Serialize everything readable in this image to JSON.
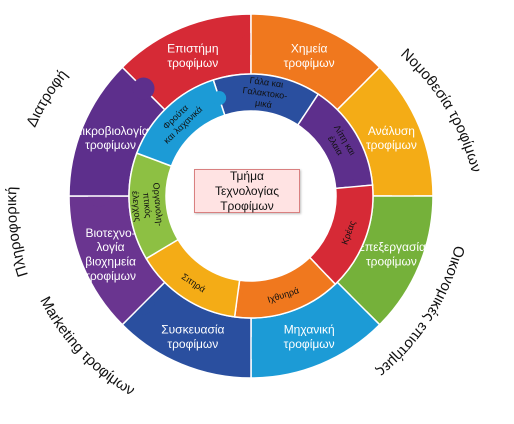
{
  "center": {
    "title": "Τμήμα Τεχνολογίας Τροφίμων"
  },
  "outer_ring": [
    {
      "lines": [
        "Επιστήμη",
        "τροφίμων"
      ],
      "color": "#d62a36",
      "text_color": "#111111"
    },
    {
      "lines": [
        "Χημεία",
        "τροφίμων"
      ],
      "color": "#f0781e",
      "text_color": "#111111"
    },
    {
      "lines": [
        "Ανάλυση",
        "τροφίμων"
      ],
      "color": "#f4ac16",
      "text_color": "#111111"
    },
    {
      "lines": [
        "Επεξεργασία",
        "τροφίμων"
      ],
      "color": "#75b13a",
      "text_color": "#ffffff"
    },
    {
      "lines": [
        "Μηχανική",
        "τροφίμων"
      ],
      "color": "#1c9bd6",
      "text_color": "#ffffff"
    },
    {
      "lines": [
        "Συσκευασία",
        "τροφίμων"
      ],
      "color": "#2a4f9f",
      "text_color": "#ffffff"
    },
    {
      "lines": [
        "Βιοτεχνο-",
        "λογία",
        "βιοχημεία",
        "τροφίμων"
      ],
      "color": "#6a3590",
      "text_color": "#111111"
    },
    {
      "lines": [
        "Μικροβιολογία",
        "τροφίμων"
      ],
      "color": "#5d2f8c",
      "text_color": "#ffffff"
    }
  ],
  "inner_ring": [
    {
      "lines": [
        "Γάλα και",
        "Γαλακτοκο-",
        "μικά"
      ],
      "color": "#2a4f9f",
      "text_color": "#111111"
    },
    {
      "lines": [
        "Λίπη και",
        "έλαια"
      ],
      "color": "#5d2f8c",
      "text_color": "#111111"
    },
    {
      "lines": [
        "Κρέας"
      ],
      "color": "#d62a36",
      "text_color": "#ffffff"
    },
    {
      "lines": [
        "Ιχθυηρά"
      ],
      "color": "#f0781e",
      "text_color": "#111111"
    },
    {
      "lines": [
        "Σιτηρά"
      ],
      "color": "#f4ac16",
      "text_color": "#111111"
    },
    {
      "lines": [
        "Οργανολη-",
        "πτικός",
        "έλεγχος"
      ],
      "color": "#8dc043",
      "text_color": "#111111"
    },
    {
      "lines": [
        "Φρούτα",
        "και λαχανικά"
      ],
      "color": "#1c9bd6",
      "text_color": "#111111"
    }
  ],
  "outer_labels": [
    {
      "text": "Διατροφή"
    },
    {
      "text": "Νομοθεσία τροφίμων"
    },
    {
      "text": "Πληροφορική"
    },
    {
      "text": "Οικονομικές επιστήμες"
    },
    {
      "text": "Marketing τροφίμων"
    }
  ]
}
